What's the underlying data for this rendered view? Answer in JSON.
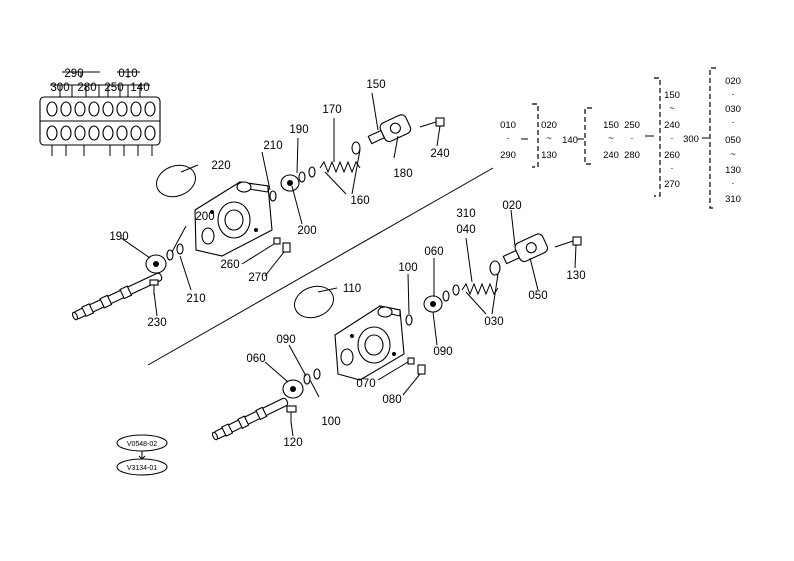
{
  "assembly_labels": {
    "l290": "290",
    "l010": "010",
    "l300": "300",
    "l280": "280",
    "l250": "250",
    "l140": "140"
  },
  "upper_labels": {
    "u150": "150",
    "u170": "170",
    "u190": "190",
    "u210a": "210",
    "u220": "220",
    "u180": "180",
    "u240": "240",
    "u160": "160",
    "u200a": "200",
    "u200b": "200",
    "u190b": "190",
    "u210b": "210",
    "u260": "260",
    "u270": "270",
    "u230": "230"
  },
  "lower_labels": {
    "b310": "310",
    "b040": "040",
    "b020": "020",
    "b100a": "100",
    "b060a": "060",
    "b110": "110",
    "b130": "130",
    "b050": "050",
    "b030": "030",
    "b090a": "090",
    "b090b": "090",
    "b060b": "060",
    "b070": "070",
    "b080": "080",
    "b100b": "100",
    "b120": "120"
  },
  "tree": {
    "g1_top": "010",
    "g1_dot": "·",
    "g1_bot": "290",
    "g2_top": "020",
    "g2_tilde": "~",
    "g2_bot": "130",
    "n140": "140",
    "g3_a": "150",
    "g3_b": "250",
    "g3_tilde": "~",
    "g3_dot": "·",
    "g3_c": "240",
    "g3_d": "280",
    "g4_a": "150",
    "g4_tilde": "~",
    "g4_b": "240",
    "g4_dot1": "·",
    "g4_c": "260",
    "g4_dot2": "·",
    "g4_d": "270",
    "n300": "300",
    "g5_a": "020",
    "g5_dot1": "·",
    "g5_b": "030",
    "g5_dot2": "·",
    "g5_c": "050",
    "g5_tilde": "~",
    "g5_d": "130",
    "g5_dot3": "·",
    "g5_e": "310"
  },
  "codes": {
    "c1": "V0548-02",
    "c2": "V3134-01"
  }
}
